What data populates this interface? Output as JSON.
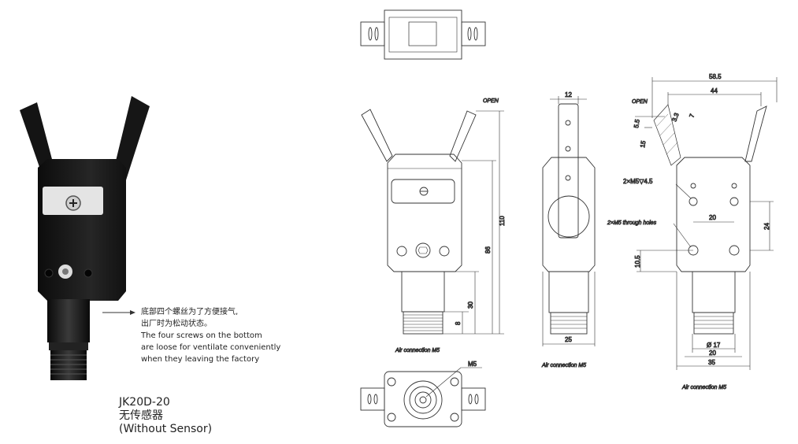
{
  "photo": {
    "note": {
      "line1": "底部四个螺丝为了方便接气,",
      "line2": "出厂时为松动状态。",
      "line3": "The four screws on the bottom",
      "line4": "are loose for ventilate conveniently",
      "line5": "when they leaving the factory"
    },
    "model": {
      "code": "JK20D-20",
      "cn": "无传感器",
      "en": "(Without Sensor)"
    }
  },
  "drawing": {
    "front": {
      "open": "OPEN",
      "dim_110": "110",
      "dim_86": "86",
      "dim_30": "30",
      "dim_8": "8",
      "air": "Air connection  M5"
    },
    "side": {
      "dim_12": "12",
      "dim_25": "25",
      "air": "Air connection  M5"
    },
    "right": {
      "dim_58_5": "58.5",
      "dim_44": "44",
      "open": "OPEN",
      "dim_3_3": "3.3",
      "dim_7": "7",
      "dim_5_5": "5.5",
      "dim_15": "15",
      "m5_thread": "2×M5▽4.5",
      "m5_through": "2×M5 through holes",
      "dim_20_top": "20",
      "dim_24": "24",
      "dim_10_5": "10.5",
      "dim_d17": "Ø 17",
      "dim_20_bot": "20",
      "dim_35": "35",
      "air": "Air connection  M5"
    },
    "bottom": {
      "m5": "M5"
    }
  }
}
